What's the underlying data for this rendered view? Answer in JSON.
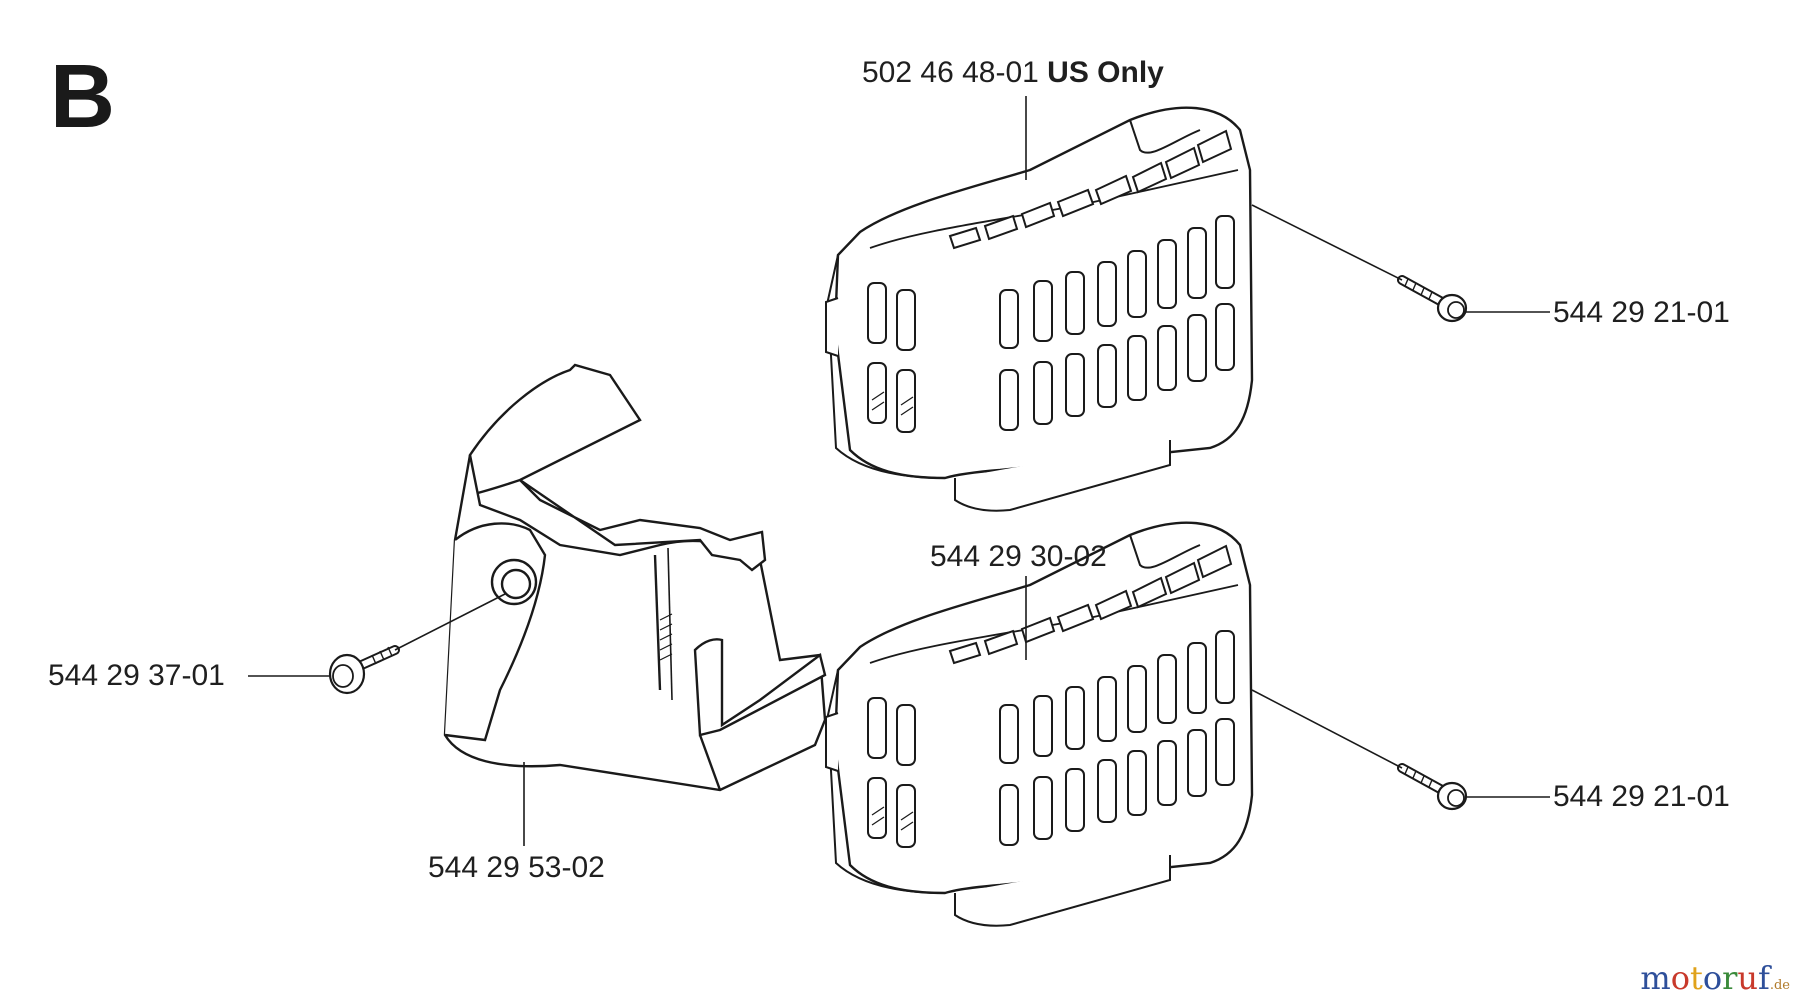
{
  "section": "B",
  "labels": {
    "cover_top": "502 46 48-01",
    "cover_top_note": "US Only",
    "screw_top": "544 29 21-01",
    "cover_bottom": "544 29 30-02",
    "screw_bottom": "544 29 21-01",
    "screw_left": "544 29 37-01",
    "housing": "544 29 53-02"
  },
  "watermark": {
    "m": "m",
    "o1": "o",
    "t": "t",
    "o2": "o",
    "r": "r",
    "u": "u",
    "f": "f",
    "tld": ".de",
    "colors": [
      "#2e4f9a",
      "#c8392b",
      "#e0a21b",
      "#2e4f9a",
      "#3a8a3a",
      "#c8392b",
      "#2e4f9a"
    ]
  }
}
